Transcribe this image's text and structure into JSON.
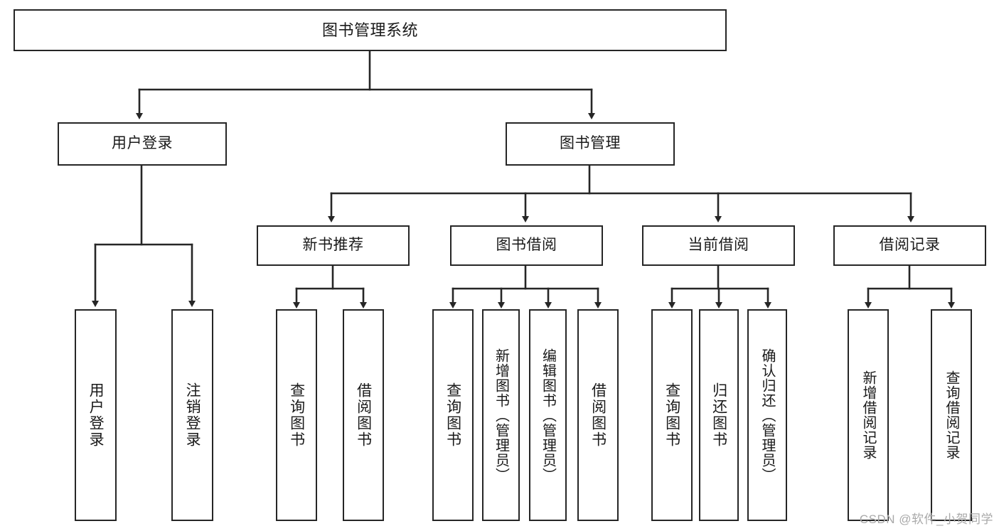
{
  "diagram": {
    "title": "图书管理系统",
    "type": "tree-hierarchy-chart",
    "watermark": "CSDN @软件_小贺同学",
    "colors": {
      "box_border": "#262626",
      "box_fill": "#ffffff",
      "connector": "#262626",
      "text": "#1a1a1a",
      "watermark": "#a9a9a9"
    },
    "nodes": {
      "root": "图书管理系统",
      "level1": {
        "user_login": "用户登录",
        "book_manage": "图书管理"
      },
      "level2": {
        "new_book_recommend": "新书推荐",
        "book_borrow": "图书借阅",
        "current_borrow": "当前借阅",
        "borrow_record": "借阅记录"
      },
      "level3": {
        "user_login_children": [
          "用户登录",
          "注销登录"
        ],
        "new_book_recommend_children": [
          "查询图书",
          "借阅图书"
        ],
        "book_borrow_children": [
          "查询图书",
          "新增图书（管理员）",
          "编辑图书（管理员）",
          "借阅图书"
        ],
        "current_borrow_children": [
          "查询图书",
          "归还图书",
          "确认归还（管理员）"
        ],
        "borrow_record_children": [
          "新增借阅记录",
          "查询借阅记录"
        ]
      }
    }
  }
}
